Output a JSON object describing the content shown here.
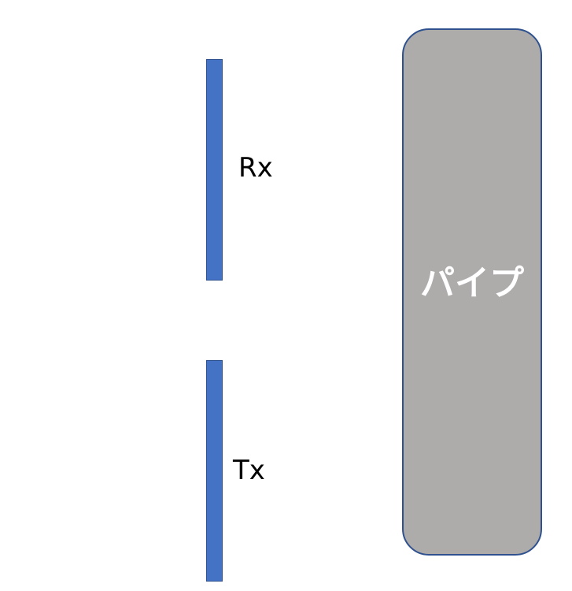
{
  "diagram": {
    "receiver": {
      "label": "Rx"
    },
    "transmitter": {
      "label": "Tx"
    },
    "pipe": {
      "label": "パイプ"
    }
  },
  "colors": {
    "antenna_fill": "#4472c4",
    "antenna_stroke": "#2f528f",
    "pipe_fill": "#aeabab",
    "pipe_stroke": "#2f528f",
    "pipe_text": "#ffffff",
    "label_text": "#000000"
  }
}
